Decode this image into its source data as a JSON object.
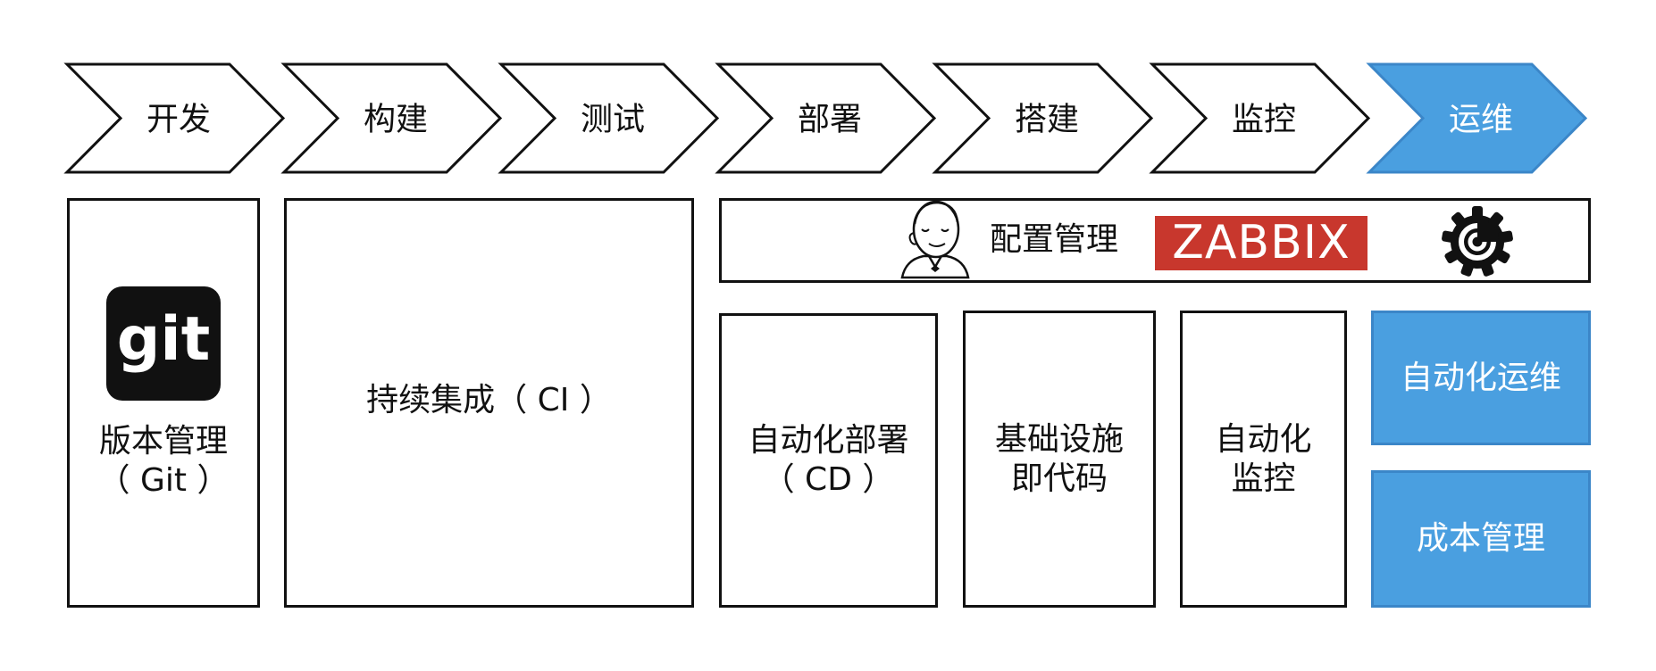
{
  "stages": [
    "开发",
    "构建",
    "测试",
    "部署",
    "搭建",
    "监控",
    "运维"
  ],
  "boxes": {
    "version_control": "版本管理\n（ Git ）",
    "ci": "持续集成（ CI ）",
    "config_mgmt": "配置管理",
    "auto_deploy": "自动化部署\n（ CD ）",
    "iac": "基础设施\n即代码",
    "auto_monitor": "自动化\n监控",
    "auto_ops": "自动化运维",
    "cost_mgmt": "成本管理"
  },
  "logos": {
    "git": "git",
    "zabbix": "ZABBIX",
    "jenkins_icon": "jenkins-icon",
    "grafana_icon": "grafana-icon"
  },
  "colors": {
    "accent_blue": "#4a9fe0",
    "zabbix_red": "#c8372d",
    "outline": "#111111"
  }
}
